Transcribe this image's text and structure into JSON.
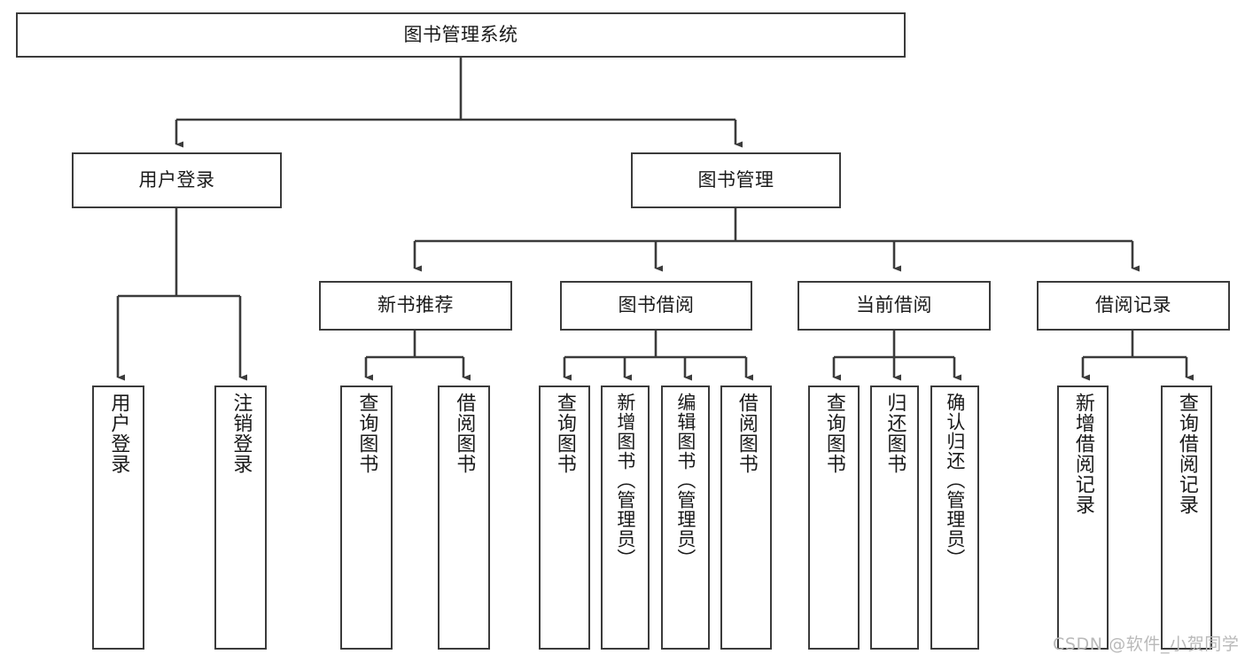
{
  "diagram": {
    "title": "图书管理系统",
    "type": "tree",
    "orientation": "top-down",
    "stroke_color": "#3b3b3b",
    "fill_color": "#ffffff",
    "text_color": "#1a1a1a"
  },
  "watermark": {
    "text": "CSDN @软件_小贺同学",
    "color": "#b9b9b9"
  },
  "nodes": {
    "root": {
      "label": "图书管理系统",
      "level": 0
    },
    "level1": [
      {
        "id": "user-login",
        "label": "用户登录"
      },
      {
        "id": "book-manage",
        "label": "图书管理"
      }
    ],
    "level2": [
      {
        "id": "new-book-recommend",
        "label": "新书推荐",
        "parent": "book-manage"
      },
      {
        "id": "book-borrow",
        "label": "图书借阅",
        "parent": "book-manage"
      },
      {
        "id": "current-borrow",
        "label": "当前借阅",
        "parent": "book-manage"
      },
      {
        "id": "borrow-record",
        "label": "借阅记录",
        "parent": "book-manage"
      }
    ],
    "leaves": [
      {
        "id": "leaf-user-login",
        "label": "用户登录",
        "parent": "user-login"
      },
      {
        "id": "leaf-user-logout",
        "label": "注销登录",
        "parent": "user-login"
      },
      {
        "id": "leaf-query-book-1",
        "label": "查询图书",
        "parent": "new-book-recommend"
      },
      {
        "id": "leaf-borrow-book-1",
        "label": "借阅图书",
        "parent": "new-book-recommend"
      },
      {
        "id": "leaf-query-book-2",
        "label": "查询图书",
        "parent": "book-borrow"
      },
      {
        "id": "leaf-add-book",
        "label": "新增图书（管理员）",
        "parent": "book-borrow"
      },
      {
        "id": "leaf-edit-book",
        "label": "编辑图书（管理员）",
        "parent": "book-borrow"
      },
      {
        "id": "leaf-borrow-book-2",
        "label": "借阅图书",
        "parent": "book-borrow"
      },
      {
        "id": "leaf-query-book-3",
        "label": "查询图书",
        "parent": "current-borrow"
      },
      {
        "id": "leaf-return-book",
        "label": "归还图书",
        "parent": "current-borrow"
      },
      {
        "id": "leaf-confirm-return",
        "label": "确认归还（管理员）",
        "parent": "current-borrow"
      },
      {
        "id": "leaf-add-record",
        "label": "新增借阅记录",
        "parent": "borrow-record"
      },
      {
        "id": "leaf-query-record",
        "label": "查询借阅记录",
        "parent": "borrow-record"
      }
    ]
  }
}
